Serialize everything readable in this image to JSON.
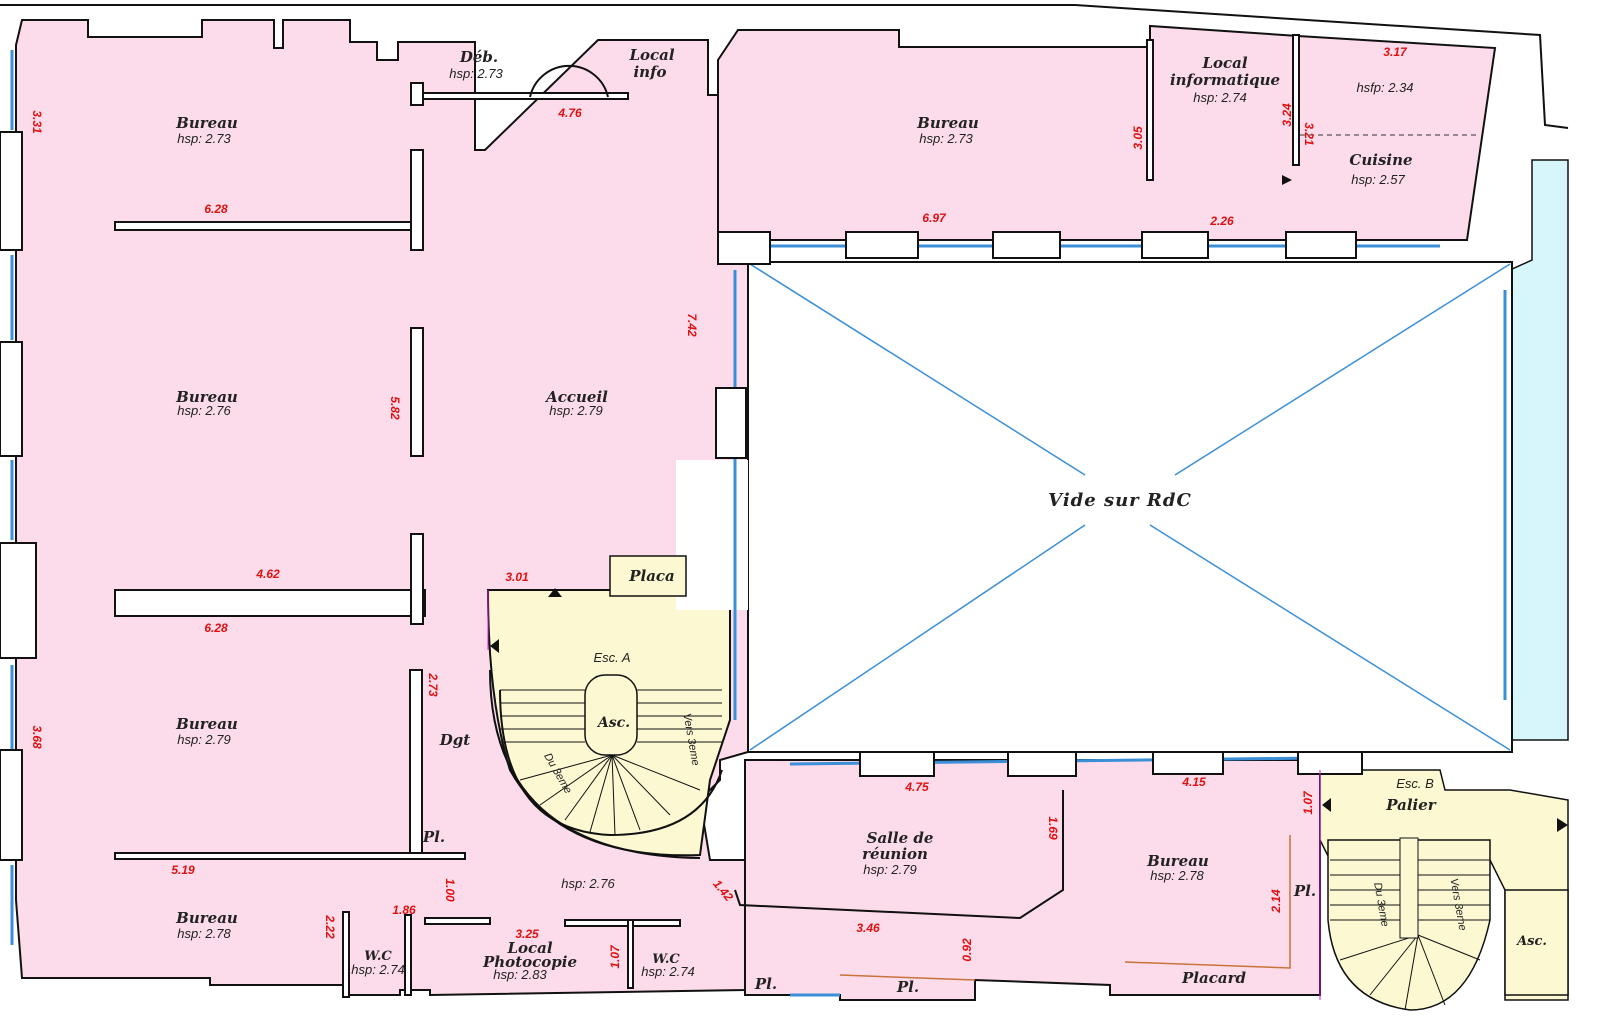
{
  "colors": {
    "room": "#fcdcea",
    "stair": "#fbf8d2",
    "neighbor": "#d6f6fb",
    "dimension": "#e01010",
    "window": "#3a8fd6"
  },
  "rooms": [
    {
      "name": "Bureau",
      "hsp": "hsp: 2.73"
    },
    {
      "name": "Déb.",
      "hsp": "hsp: 2.73"
    },
    {
      "name": "Local",
      "name2": "info"
    },
    {
      "name": "Bureau",
      "hsp": "hsp: 2.73"
    },
    {
      "name": "Local",
      "name2": "informatique",
      "hsp": "hsp: 2.74"
    },
    {
      "hsp": "hsfp: 2.34"
    },
    {
      "name": "Cuisine",
      "hsp": "hsp: 2.57"
    },
    {
      "name": "Bureau",
      "hsp": "hsp: 2.76"
    },
    {
      "name": "Accueil",
      "hsp": "hsp: 2.79"
    },
    {
      "name": "Vide sur RdC"
    },
    {
      "name": "Placa"
    },
    {
      "name": "Esc. A"
    },
    {
      "name": "Asc."
    },
    {
      "name": "Vers 3eme"
    },
    {
      "name": "Du 3eme"
    },
    {
      "name": "Bureau",
      "hsp": "hsp: 2.79"
    },
    {
      "name": "Dgt"
    },
    {
      "name": "Pl."
    },
    {
      "hsp": "hsp: 2.76"
    },
    {
      "name": "Bureau",
      "hsp": "hsp: 2.78"
    },
    {
      "name": "W.C",
      "hsp": "hsp: 2.74"
    },
    {
      "name": "Local",
      "name2": "Photocopie",
      "hsp": "hsp: 2.83"
    },
    {
      "name": "W.C",
      "hsp": "hsp: 2.74"
    },
    {
      "name": "Pl."
    },
    {
      "name": "Pl."
    },
    {
      "name": "Salle de",
      "name2": "réunion",
      "hsp": "hsp: 2.79"
    },
    {
      "name": "Bureau",
      "hsp": "hsp: 2.78"
    },
    {
      "name": "Pl."
    },
    {
      "name": "Placard"
    },
    {
      "name": "Esc. B",
      "name2": "Palier"
    },
    {
      "name": "Asc."
    },
    {
      "name": "Du 3eme"
    },
    {
      "name": "Vers 3eme"
    }
  ],
  "dimensions": [
    "3.31",
    "4.76",
    "6.28",
    "7.42",
    "5.82",
    "4.62",
    "6.28",
    "3.01",
    "2.73",
    "3.68",
    "5.19",
    "1.00",
    "2.22",
    "1.86",
    "3.25",
    "1.07",
    "1.42",
    "4.75",
    "1.69",
    "3.46",
    "0.92",
    "4.15",
    "1.07",
    "2.14",
    "6.97",
    "2.26",
    "3.05",
    "3.24",
    "3.21",
    "3.17"
  ]
}
